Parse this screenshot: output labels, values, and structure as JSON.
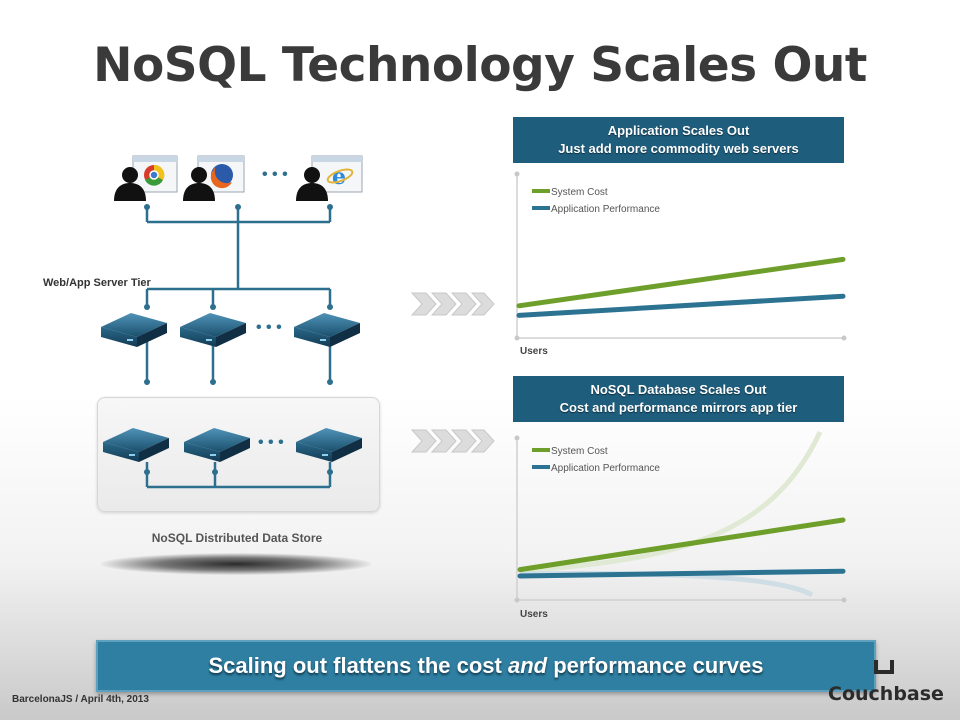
{
  "slide": {
    "title": "NoSQL Technology Scales Out",
    "footer": "BarcelonaJS / April 4th, 2013",
    "logo_text": "Couchbase",
    "banner": {
      "before": "Scaling out flattens the cost ",
      "emphasis": "and",
      "after": " performance curves"
    }
  },
  "diagram": {
    "web_tier_label": "Web/App Server Tier",
    "store_label": "NoSQL Distributed Data Store",
    "ellipsis": "• • •",
    "users": [
      {
        "icon": "chrome-icon"
      },
      {
        "icon": "firefox-icon"
      },
      {
        "icon": "internet-explorer-icon"
      }
    ]
  },
  "colors": {
    "cost": "#6f9f2b",
    "performance": "#2c7392",
    "header": "#1f5d7c",
    "banner": "#2f7fa2"
  },
  "chart_data": [
    {
      "type": "line",
      "title_line1": "Application Scales Out",
      "title_line2": "Just add more commodity web servers",
      "xlabel": "Users",
      "legend": [
        "System Cost",
        "Application Performance"
      ],
      "legend_position": "top-left",
      "series": [
        {
          "name": "System Cost",
          "values": [
            0.12,
            0.41
          ]
        },
        {
          "name": "Application Performance",
          "values": [
            0.06,
            0.18
          ]
        }
      ]
    },
    {
      "type": "line",
      "title_line1": "NoSQL Database Scales Out",
      "title_line2": "Cost and performance mirrors app tier",
      "xlabel": "Users",
      "legend": [
        "System Cost",
        "Application Performance"
      ],
      "legend_position": "top-left",
      "series": [
        {
          "name": "System Cost",
          "values": [
            0.24,
            0.55
          ]
        },
        {
          "name": "Application Performance",
          "values": [
            0.2,
            0.23
          ]
        }
      ]
    }
  ]
}
